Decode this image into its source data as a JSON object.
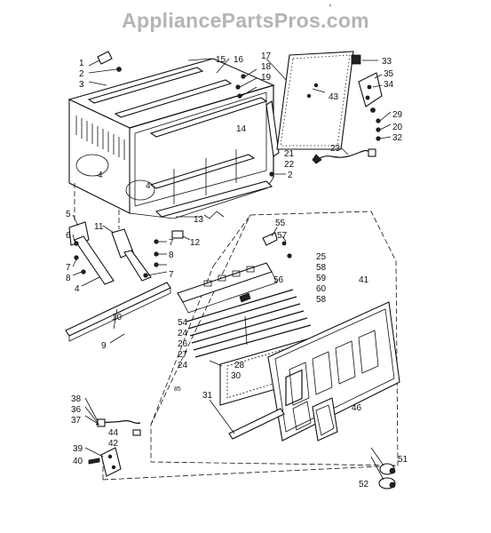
{
  "watermark": "AppliancePartsPros.com",
  "tick_mark": "'",
  "callouts": [
    {
      "id": "c1",
      "text": "1"
    },
    {
      "id": "c2",
      "text": "2"
    },
    {
      "id": "c3",
      "text": "3"
    },
    {
      "id": "c15",
      "text": "15"
    },
    {
      "id": "c16",
      "text": "16"
    },
    {
      "id": "c17",
      "text": "17"
    },
    {
      "id": "c18",
      "text": "18"
    },
    {
      "id": "c19",
      "text": "19"
    },
    {
      "id": "c33",
      "text": "33"
    },
    {
      "id": "c35",
      "text": "35"
    },
    {
      "id": "c34",
      "text": "34"
    },
    {
      "id": "c43",
      "text": "43"
    },
    {
      "id": "c29",
      "text": "29"
    },
    {
      "id": "c20",
      "text": "20"
    },
    {
      "id": "c32",
      "text": "32"
    },
    {
      "id": "c23",
      "text": "23"
    },
    {
      "id": "c21",
      "text": "21"
    },
    {
      "id": "c22",
      "text": "22"
    },
    {
      "id": "c2b",
      "text": "2"
    },
    {
      "id": "c14",
      "text": "14"
    },
    {
      "id": "c4a",
      "text": "4"
    },
    {
      "id": "c4b",
      "text": "4"
    },
    {
      "id": "c13",
      "text": "13"
    },
    {
      "id": "c12",
      "text": "12"
    },
    {
      "id": "c5",
      "text": "5"
    },
    {
      "id": "c6",
      "text": "6"
    },
    {
      "id": "c11",
      "text": "11"
    },
    {
      "id": "c7a",
      "text": "7"
    },
    {
      "id": "c8a",
      "text": "8"
    },
    {
      "id": "c7b",
      "text": "7"
    },
    {
      "id": "c8b",
      "text": "8"
    },
    {
      "id": "c4c",
      "text": "4"
    },
    {
      "id": "c7c",
      "text": "7"
    },
    {
      "id": "c55",
      "text": "55"
    },
    {
      "id": "c57",
      "text": "57"
    },
    {
      "id": "c25",
      "text": "25"
    },
    {
      "id": "c58a",
      "text": "58"
    },
    {
      "id": "c59",
      "text": "59"
    },
    {
      "id": "c60",
      "text": "60"
    },
    {
      "id": "c58b",
      "text": "58"
    },
    {
      "id": "c56",
      "text": "56"
    },
    {
      "id": "c41",
      "text": "41"
    },
    {
      "id": "c10",
      "text": "10"
    },
    {
      "id": "c9",
      "text": "9"
    },
    {
      "id": "c54",
      "text": "54"
    },
    {
      "id": "c24a",
      "text": "24"
    },
    {
      "id": "c26",
      "text": "26"
    },
    {
      "id": "c27",
      "text": "27"
    },
    {
      "id": "c24b",
      "text": "24"
    },
    {
      "id": "c28",
      "text": "28"
    },
    {
      "id": "c30",
      "text": "30"
    },
    {
      "id": "c85",
      "text": "85"
    },
    {
      "id": "c31",
      "text": "31"
    },
    {
      "id": "c46",
      "text": "46"
    },
    {
      "id": "c38",
      "text": "38"
    },
    {
      "id": "c36",
      "text": "36"
    },
    {
      "id": "c37",
      "text": "37"
    },
    {
      "id": "c44",
      "text": "44"
    },
    {
      "id": "c42",
      "text": "42"
    },
    {
      "id": "c39",
      "text": "39"
    },
    {
      "id": "c40",
      "text": "40"
    },
    {
      "id": "c51",
      "text": "51"
    },
    {
      "id": "c52",
      "text": "52"
    }
  ]
}
